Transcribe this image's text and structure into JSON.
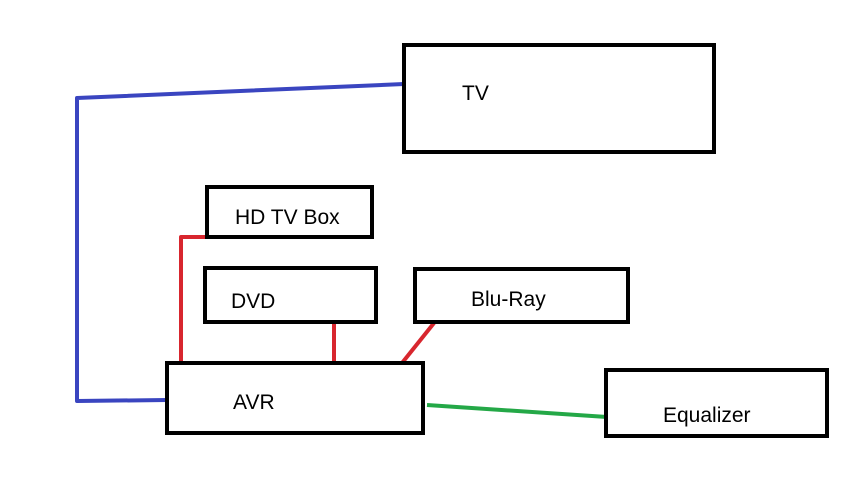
{
  "diagram": {
    "nodes": [
      {
        "id": "tv",
        "label": "TV"
      },
      {
        "id": "hd-tv-box",
        "label": "HD TV Box"
      },
      {
        "id": "dvd",
        "label": "DVD"
      },
      {
        "id": "blu-ray",
        "label": "Blu-Ray"
      },
      {
        "id": "avr",
        "label": "AVR"
      },
      {
        "id": "equalizer",
        "label": "Equalizer"
      }
    ],
    "connections": [
      {
        "from": "tv",
        "to": "avr",
        "color": "#3a45c0"
      },
      {
        "from": "hd-tv-box",
        "to": "avr",
        "color": "#d8262e"
      },
      {
        "from": "dvd",
        "to": "avr",
        "color": "#d8262e"
      },
      {
        "from": "blu-ray",
        "to": "avr",
        "color": "#d8262e"
      },
      {
        "from": "avr",
        "to": "equalizer",
        "color": "#24a847"
      }
    ]
  }
}
